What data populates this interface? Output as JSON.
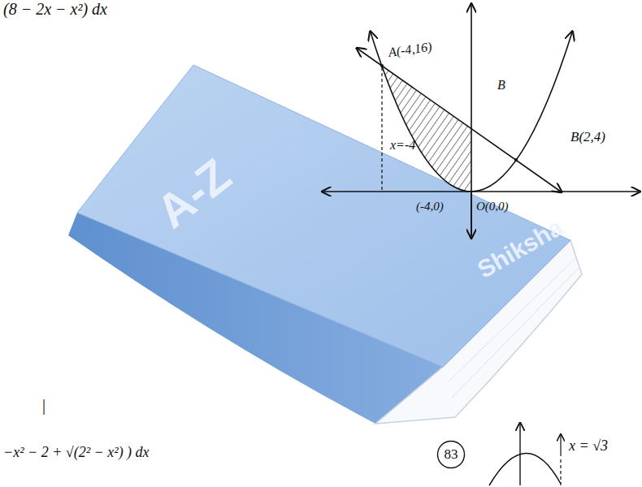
{
  "diagram": {
    "nodes": [
      {
        "text": [
          "83"
        ]
      }
    ],
    "labels": [
      "(8 − 2x − x²) dx",
      "A(-4,16)",
      "B",
      "B(2,4)",
      "x=-4",
      "(-4,0)",
      "O(0,0)",
      "A-Z",
      "Shiksha",
      "|",
      "−x² − 2 + √(2² − x²) ) dx",
      "x = √3"
    ]
  }
}
